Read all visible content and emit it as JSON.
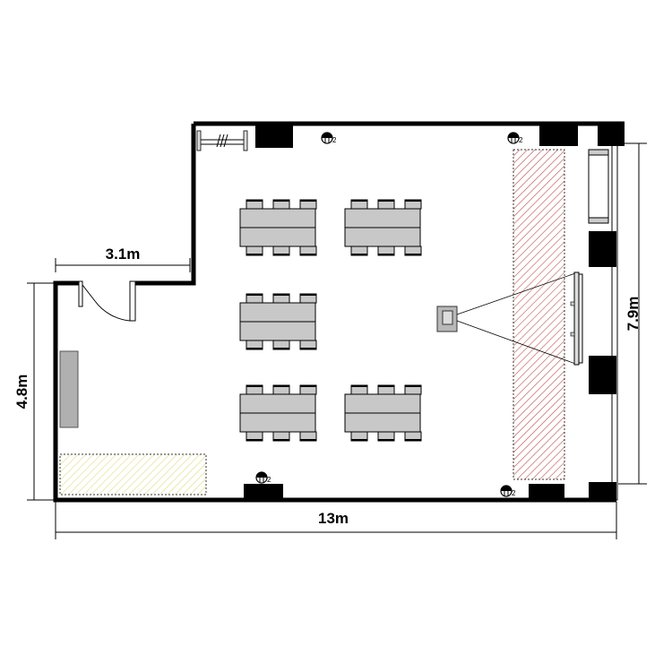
{
  "dimensions": {
    "annex_width": "3.1m",
    "annex_depth": "4.8m",
    "room_depth": "7.9m",
    "total_width": "13m"
  },
  "outlet_label": "2",
  "colors": {
    "wall": "#000000",
    "table": "#c8c8c8",
    "stage_hatch": "#c0504d",
    "storage_hatch": "#e6e08a"
  }
}
